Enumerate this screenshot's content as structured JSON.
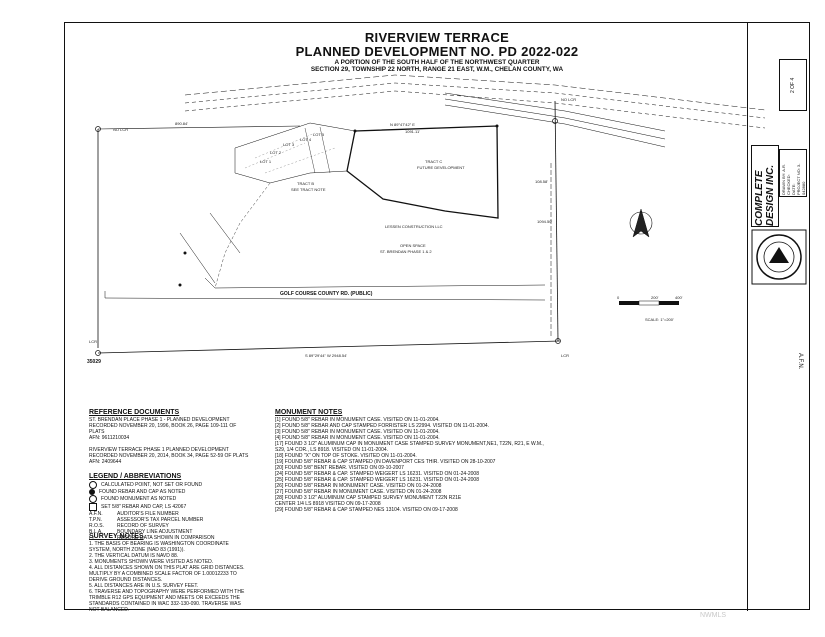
{
  "title": {
    "line1": "RIVERVIEW TERRACE",
    "line2": "PLANNED DEVELOPMENT NO. PD 2022-022",
    "line3": "A PORTION OF THE SOUTH HALF OF THE NORTHWEST QUARTER",
    "line4": "SECTION 29, TOWNSHIP 22 NORTH, RANGE 21 EAST, W.M., CHELAN COUNTY, WA"
  },
  "plan": {
    "tract_c": "TRACT C",
    "future_dev": "FUTURE DEVELOPMENT",
    "lessen": "LESSEN CONSTRUCTION LLC",
    "open_space": "OPEN SPACE",
    "phase": "ST. BRENDAN PHASE 1 & 2",
    "road": "GOLF COURSE COUNTY RD. (PUBLIC)",
    "lcr_left": "LCR",
    "lcr_right": "LCR",
    "no_lcr_left": "NO LCR",
    "no_lcr_right": "NO LCR",
    "bearing_bottom": "S 89°29'44\" W 2948.54'",
    "bearing_top": "N 89°47'42\" E",
    "tract_b": "TRACT B",
    "see_tract": "SEE TRACT NOTE",
    "lot5": "LOT 5",
    "lot4": "LOT 4",
    "lot3": "LOT 3",
    "lot2": "LOT 2",
    "lot1": "LOT 1",
    "dist1": "1091.11'",
    "dist2": "890.84'",
    "dist3": "1094.50'",
    "dist4": "108.58'",
    "scale": "SCALE: 1\"=200'",
    "scale0": "0",
    "scale1": "200'",
    "scale2": "400'",
    "station": "35029"
  },
  "reference": {
    "heading": "REFERENCE DOCUMENTS",
    "lines": [
      "ST. BRENDAN PLACE PHASE 1 - PLANNED DEVELOPMENT",
      "RECORDED NOVEMBER 20, 1996, BOOK 26, PAGE 109-111 OF PLATS",
      "AFN: 9611210034",
      "",
      "RIVERVIEW TERRACE PHASE 1 PLANNED DEVELOPMENT",
      "RECORDED NOVEMBER 20, 2014, BOOK 34, PAGE 52-59 OF PLATS",
      "AFN: 2409644"
    ]
  },
  "legend": {
    "heading": "LEGEND / ABBREVIATIONS",
    "items": [
      {
        "k": "",
        "v": "CALCULATED POINT, NOT SET OR FOUND"
      },
      {
        "k": "",
        "v": "FOUND REBAR AND CAP AS NOTED"
      },
      {
        "k": "",
        "v": "FOUND MONUMENT AS NOTED"
      },
      {
        "k": "",
        "v": "SET 5/8\" REBAR AND CAP, LS 42067"
      },
      {
        "k": "A.F.N.",
        "v": "AUDITOR'S FILE NUMBER"
      },
      {
        "k": "T.P.N.",
        "v": "ASSESSOR'S TAX PARCEL NUMBER"
      },
      {
        "k": "R.O.S.",
        "v": "RECORD OF SURVEY"
      },
      {
        "k": "B.L.A.",
        "v": "BOUNDARY LINE ADJUSTMENT"
      },
      {
        "k": "( )",
        "v": "RECORD DATA SHOWN IN COMPARISON"
      }
    ]
  },
  "survey": {
    "heading": "SURVEY NOTES",
    "lines": [
      "1. THE BASIS OF BEARING IS WASHINGTON COORDINATE",
      "   SYSTEM, NORTH ZONE (NAD 83 (1991)).",
      "2. THE VERTICAL DATUM IS NAVD 88.",
      "3. MONUMENTS SHOWN WERE VISITED AS NOTED.",
      "4. ALL DISTANCES SHOWN ON THIS PLAT ARE GRID DISTANCES.",
      "   MULTIPLY BY A COMBINED SCALE FACTOR OF 1.00012233 TO",
      "   DERIVE GROUND DISTANCES.",
      "5. ALL DISTANCES ARE IN U.S. SURVEY FEET.",
      "6. TRAVERSE AND TOPOGRAPHY WERE PERFORMED WITH THE",
      "   TRIMBLE R12 GPS EQUIPMENT AND MEETS OR EXCEEDS THE",
      "   STANDARDS CONTAINED IN WAC 332-130-090. TRAVERSE WAS",
      "   NOT BALANCED."
    ]
  },
  "monument": {
    "heading": "MONUMENT NOTES",
    "lines": [
      "[1]  FOUND 5/8\" REBAR IN MONUMENT CASE. VISITED ON 11-01-2004.",
      "[2]  FOUND 5/8\" REBAR AND CAP STAMPED FORRISTER LS 22994. VISITED ON 11-01-2004.",
      "[3]  FOUND 5/8\" REBAR IN MONUMENT CASE. VISITED ON 11-01-2004.",
      "[4]  FOUND 5/8\" REBAR IN MONUMENT CASE. VISITED ON 11-01-2004.",
      "[17] FOUND 3 1/2\" ALUMINUM CAP IN MONUMENT CASE STAMPED SURVEY MONUMENT,NE1, T22N, R21, E W.M.,",
      "     S29, 1/4 COR., LS 8918. VISITED ON 11-01-2004.",
      "[18] FOUND \"X\" ON TOP OF STOKE. VISITED ON 11-01-2004.",
      "[19] FOUND 5/8\" REBAR & CAP STAMPED (IN DAVENPORT CES THIR. VISITED ON 28-10-2007",
      "[20] FOUND 5/8\" BENT REBAR. VISITED ON 09-10-2007",
      "[24] FOUND 5/8\" REBAR & CAP. STAMPED WEIGERT LS 16231. VISITED ON 01-24-2008",
      "[25] FOUND 5/8\" REBAR & CAP. STAMPED WEIGERT LS 16231. VISITED ON 01-24-2008",
      "[26] FOUND 5/8\" REBAR IN MONUMENT CASE. VISITED ON 01-24-2008",
      "[27] FOUND 5/8\" REBAR IN MONUMENT CASE. VISITED ON 01-24-2008",
      "[28] FOUND 3 1/2\" ALUMINUM CAP STAMPED SURVEY MONUMENT T22N R21E",
      "     CENTER 1/4 LS 8918 VISITED ON 09-17-2008",
      "[29] FOUND 5/8\" REBAR & CAP STAMPED NES 13104. VISITED ON 09-17-2008"
    ]
  },
  "sidebar": {
    "firm": "COMPLETE DESIGN INC.",
    "sheet": "2 OF 4",
    "drawn": "DRAWN BY: A.R.",
    "checked": "CHECKED:",
    "date": "DATE:",
    "project": "PROJECT NO: 3-042880",
    "afn": "A.F.N."
  },
  "watermark": "NWMLS"
}
